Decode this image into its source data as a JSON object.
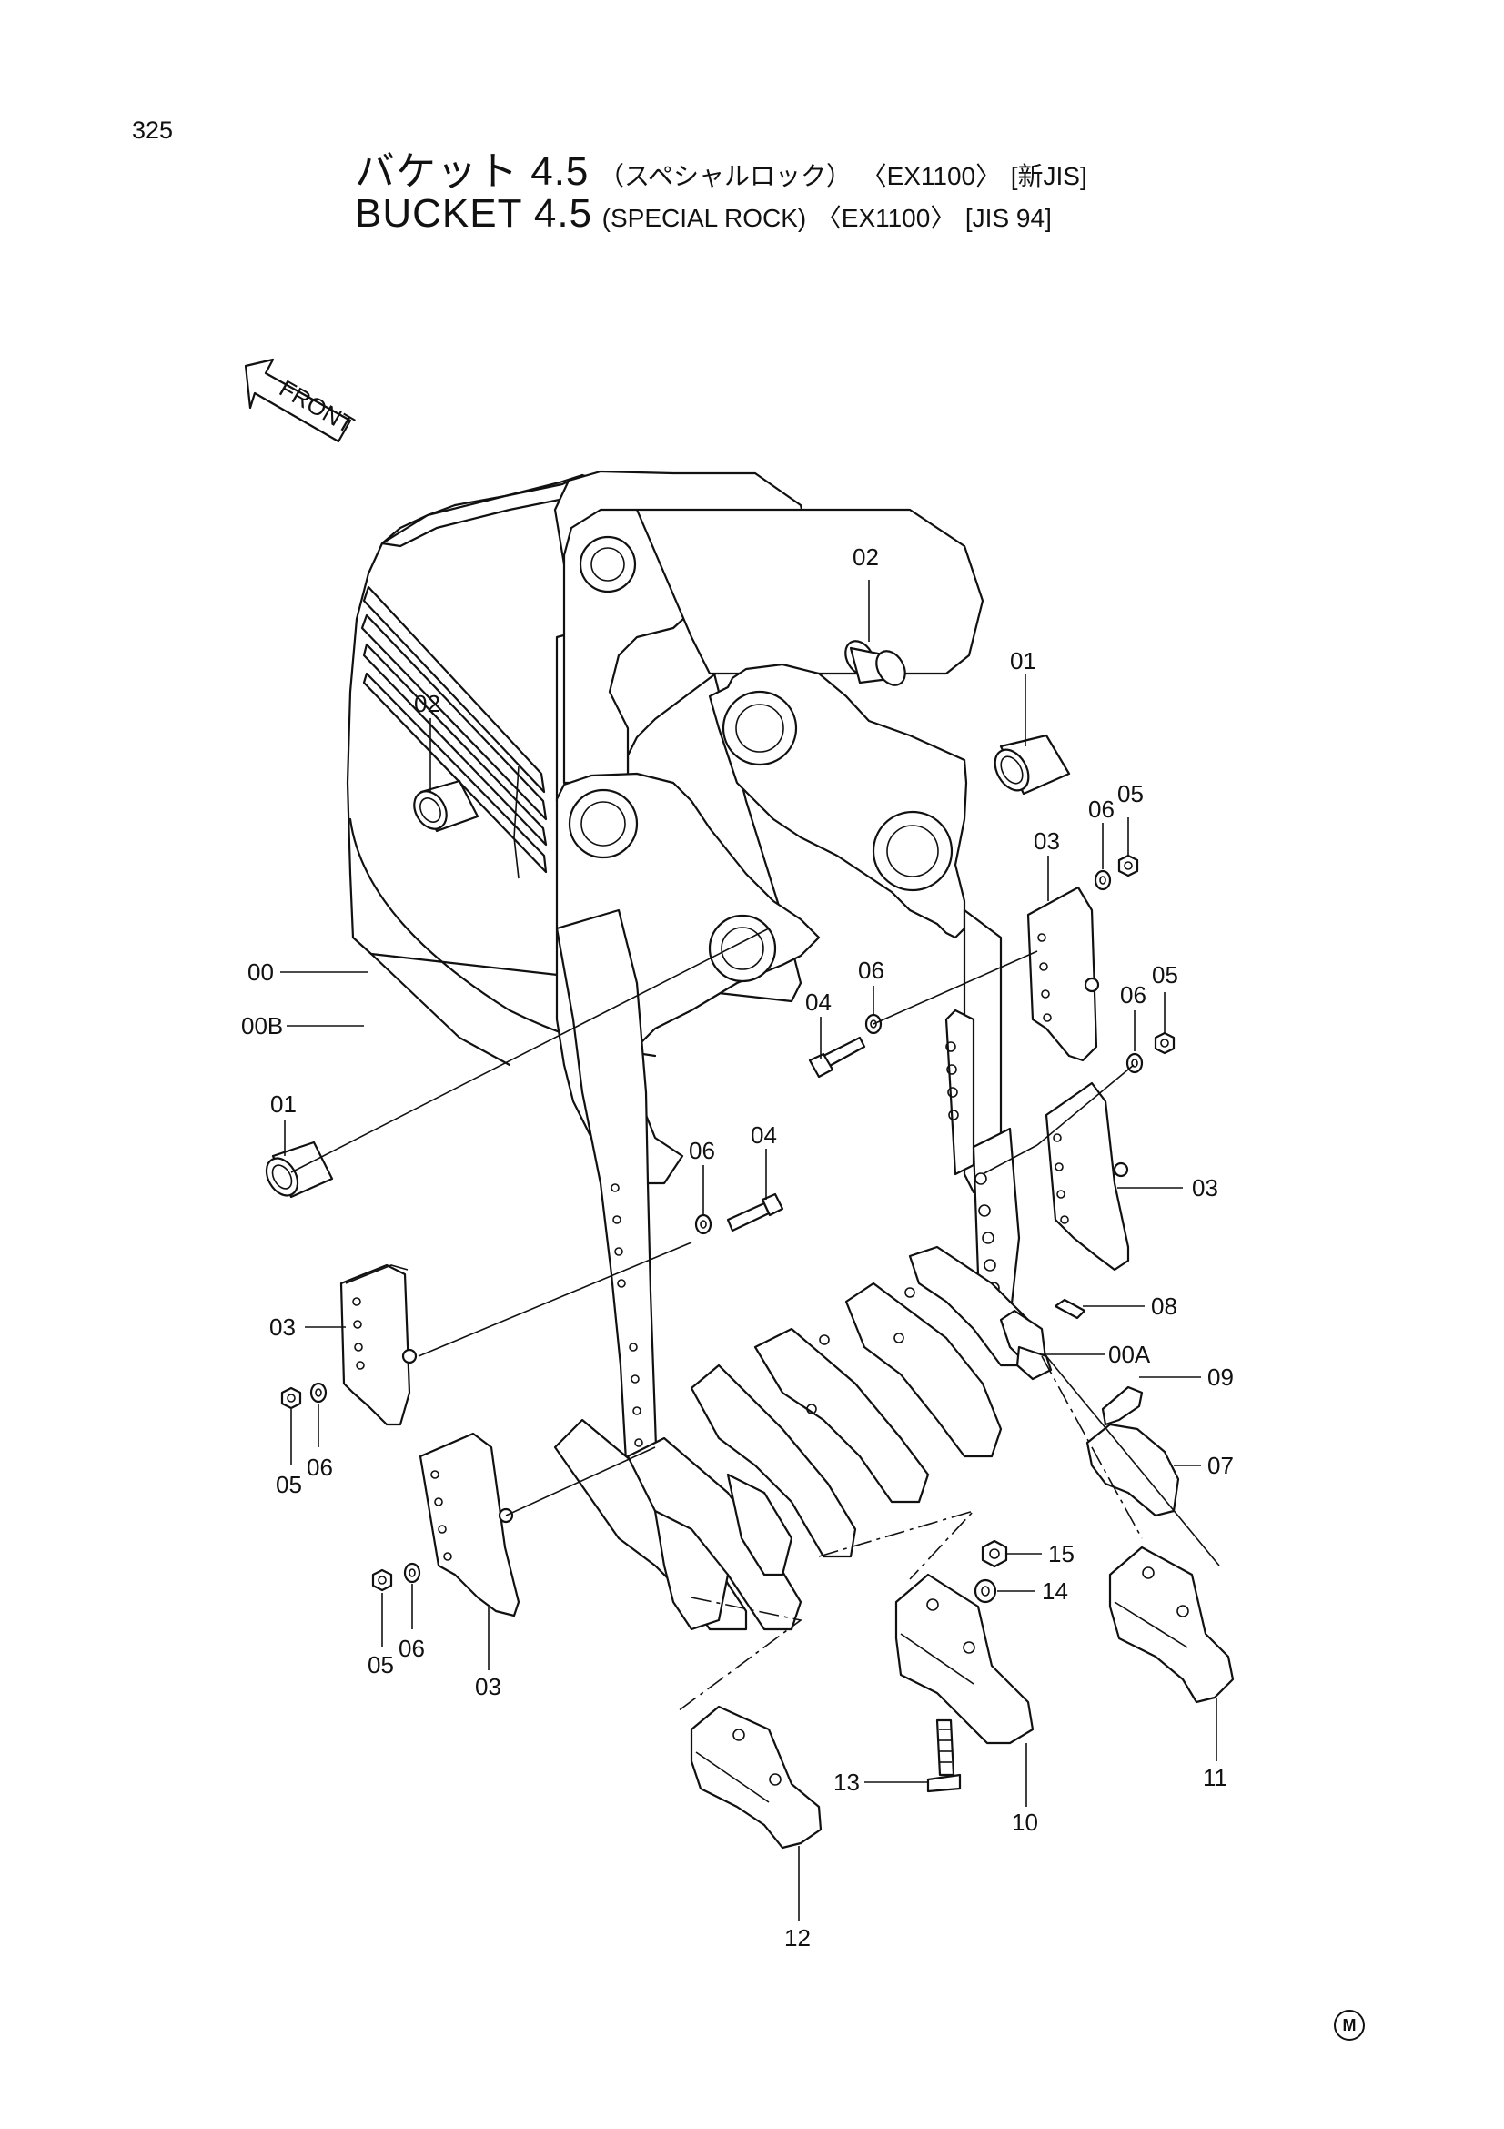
{
  "page_number": "325",
  "title_jp": {
    "main": "バケット 4.5",
    "sub": "（スペシャルロック）",
    "model": "〈EX1100〉",
    "std": "[新JIS]"
  },
  "title_en": {
    "main": "BUCKET 4.5",
    "sub": "(SPECIAL ROCK)",
    "model": "〈EX1100〉",
    "std": "[JIS 94]"
  },
  "front_label": "FRONT",
  "mark_symbol": "M",
  "callouts": {
    "c02_top": "02",
    "c01_top": "01",
    "c02_left": "02",
    "c06_a": "06",
    "c05_a": "05",
    "c03_a": "03",
    "c00": "00",
    "c06_b": "06",
    "c06_c": "06",
    "c05_b": "05",
    "c04_a": "04",
    "c00B": "00B",
    "c01_left": "01",
    "c06_d": "06",
    "c04_b": "04",
    "c03_b": "03",
    "c08": "08",
    "c03_c": "03",
    "c00A": "00A",
    "c09": "09",
    "c05_c": "05",
    "c06_e": "06",
    "c07": "07",
    "c15": "15",
    "c14": "14",
    "c05_d": "05",
    "c06_f": "06",
    "c03_d": "03",
    "c13": "13",
    "c11": "11",
    "c10": "10",
    "c12": "12"
  }
}
